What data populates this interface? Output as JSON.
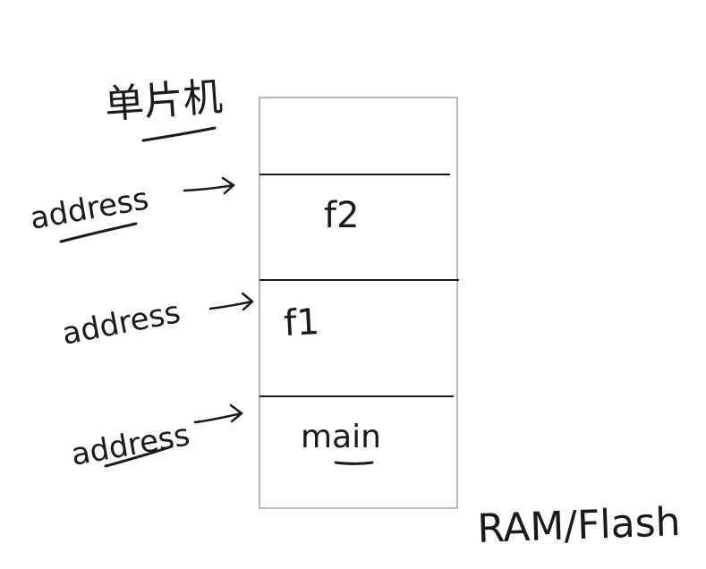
{
  "title": "单片机",
  "memory_label": "RAM/Flash",
  "memory_regions": [
    {
      "label": "f2"
    },
    {
      "label": "f1"
    },
    {
      "label": "main"
    }
  ],
  "pointer_labels": [
    {
      "label": "address"
    },
    {
      "label": "address"
    },
    {
      "label": "address"
    }
  ]
}
